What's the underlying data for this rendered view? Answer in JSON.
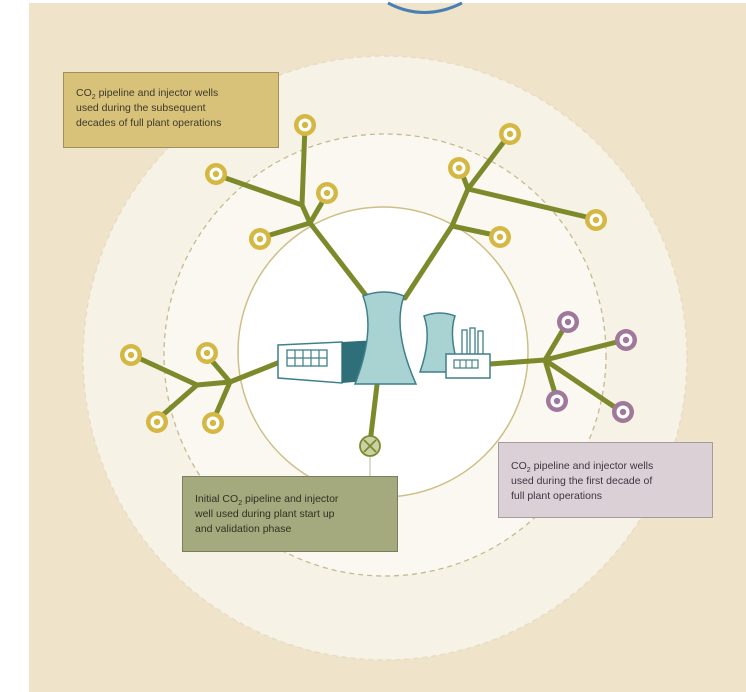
{
  "callouts": {
    "subsequent": {
      "prefix": "CO",
      "subscript": "2",
      "line1_rest": " pipeline and injector wells",
      "line2": "used during the subsequent",
      "line3": "decades of full plant operations"
    },
    "initial": {
      "prefix": "Initial CO",
      "subscript": "2",
      "line1_rest": " pipeline and injector",
      "line2": "well used during plant start up",
      "line3": "and validation phase"
    },
    "first": {
      "prefix": "CO",
      "subscript": "2",
      "line1_rest": " pipeline and injector wells",
      "line2": "used during the first decade of",
      "line3": "full plant operations"
    }
  },
  "colors": {
    "background": "#efe3c9",
    "zone_outer": "#f7f2e6",
    "zone_mid": "#fbf8f1",
    "zone_inner": "#ffffff",
    "pipeline": "#7d8a2c",
    "well_subsequent": "#d4b843",
    "well_first": "#a0789a",
    "well_initial": "#a6b07a",
    "plant_teal": "#a9d3d3",
    "plant_dark": "#2f6f7a",
    "plant_outline": "#3f7f8a"
  },
  "icons": {
    "well": "injector-well-icon",
    "initial_well": "initial-well-icon",
    "plant": "power-plant-icon"
  }
}
